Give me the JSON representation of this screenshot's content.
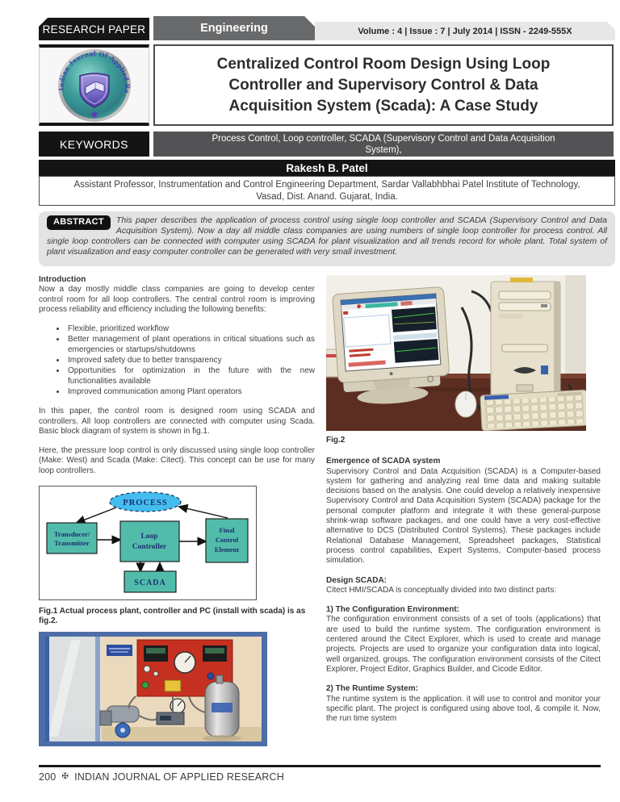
{
  "header": {
    "category_label": "RESEARCH PAPER",
    "subject_label": "Engineering",
    "issue_info": "Volume : 4 | Issue : 7  | July 2014 | ISSN - 2249-555X"
  },
  "logo": {
    "ring_text": "Indian Journal Of Applied Research"
  },
  "title": "Centralized Control Room Design Using Loop Controller and Supervisory Control & Data Acquisition System (Scada): A Case Study",
  "keywords": {
    "label": "KEYWORDS",
    "text": "Process Control, Loop controller, SCADA (Supervisory Control and Data Acquisition System),"
  },
  "author": {
    "name": "Rakesh B. Patel",
    "affiliation": "Assistant Professor, Instrumentation and Control Engineering Department, Sardar Vallabhbhai Patel Institute of Technology, Vasad, Dist. Anand. Gujarat, India."
  },
  "abstract": {
    "label": "ABSTRACT",
    "text": "This paper describes the application of process control using single loop controller and SCADA (Supervisory Control and Data Acquisition System). Now a day all middle class companies are using numbers of single loop controller for process control. All single loop controllers can be connected with computer using SCADA for plant visualization and all trends record for whole plant. Total system of plant visualization and easy computer controller can be generated with very small investment."
  },
  "left_column": {
    "intro_heading": "Introduction",
    "intro_p1": "Now a day mostly middle class companies are going to develop center control room for all loop controllers. The central control room is improving process reliability and efficiency including the following benefits:",
    "bullets": [
      "Flexible, prioritized workflow",
      "Better management of plant operations in critical  situations such as emergencies or startups/shutdowns",
      "Improved safety due to better transparency",
      "Opportunities for optimization in the future with the new functionalities available",
      "Improved communication among Plant operators"
    ],
    "intro_p2": "In this paper, the control room is designed room using SCADA and controllers. All loop controllers are connected with computer using Scada. Basic block diagram of system is shown in fig.1.",
    "intro_p3": "Here, the pressure loop control is only discussed using single loop controller (Make: West) and Scada (Make: Citect). This concept can be use for many loop controllers.",
    "diagram": {
      "process": "PROCESS",
      "transducer_line1": "Transducer/",
      "transducer_line2": "Transmitter",
      "loop_line1": "Loop",
      "loop_line2": "Controller",
      "final_line1": "Final",
      "final_line2": "Control",
      "final_line3": "Element",
      "scada": "SCADA"
    },
    "fig1_caption": "Fig.1 Actual process plant, controller and PC (install with scada) is as fig.2."
  },
  "right_column": {
    "fig2_caption": "Fig.2",
    "emergence_heading": "Emergence of SCADA system",
    "emergence_text": "Supervisory Control and Data Acquisition (SCADA) is a Computer-based system for gathering and analyzing real time data and making suitable decisions based on the analysis. One could develop a relatively inexpensive Supervisory Control and Data Acquisition System (SCADA) package for the personal computer platform and integrate it with these general-purpose shrink-wrap software packages, and one could have a very cost-effective alternative to DCS (Distributed Control Systems). These packages include Relational Database Management, Spreadsheet packages, Statistical process control capabilities, Expert Systems, Computer-based process simulation.",
    "design_heading": "Design SCADA:",
    "design_text": "Citect HMI/SCADA is conceptually divided into two distinct parts:",
    "config_heading": "1) The Configuration Environment:",
    "config_text": "The configuration environment consists of a set of tools (applications) that are used to build the runtime system.  The configuration environment is centered around the Citect Explorer, which is used to create and manage projects. Projects are used to organize your configuration data into logical, well organized, groups.  The configuration environment consists of the Citect Explorer, Project Editor, Graphics Builder, and Cicode Editor.",
    "runtime_heading": "2) The Runtime System:",
    "runtime_text": "The runtime system is the application. it will use to control and monitor your specific plant.  The project is configured using above tool, & compile it. Now, the run time system"
  },
  "footer": {
    "page_number": "200",
    "symbol": "✠",
    "journal_name": "INDIAN JOURNAL OF APPLIED RESEARCH"
  },
  "colors": {
    "diagram_box_teal": "#52bcab",
    "process_ellipse_blue": "#44bdee",
    "diagram_text_navy": "#1b2f6e",
    "header_gray": "#68696b",
    "keywords_gray": "#535355",
    "black_bar": "#141414",
    "abstract_bg": "#e3e3e3"
  }
}
